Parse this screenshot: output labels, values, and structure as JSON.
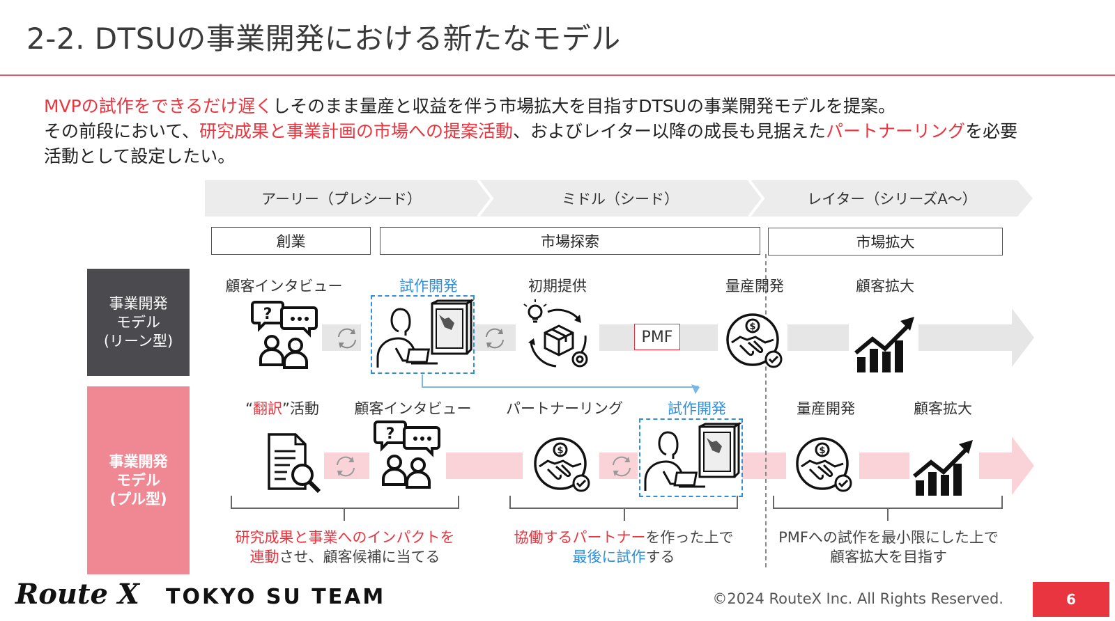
{
  "title": "2-2. DTSUの事業開発における新たなモデル",
  "lead": {
    "line1_red": "MVPの試作をできるだけ遅く",
    "line1_rest": "しそのまま量産と収益を伴う市場拡大を目指すDTSUの事業開発モデルを提案。",
    "line2_pre": "その前段において、",
    "line2_red1": "研究成果と事業計画の市場への提案活動",
    "line2_mid": "、およびレイター以降の成長も見据えた",
    "line2_red2": "パートナーリング",
    "line2_post": "を必要",
    "line3": "活動として設定したい。"
  },
  "stages": [
    "アーリー（プレシード）",
    "ミドル（シード）",
    "レイター（シリーズA～）"
  ],
  "phases": [
    "創業",
    "市場探索",
    "市場拡大"
  ],
  "lean": {
    "side_label_1": "事業開発",
    "side_label_2": "モデル",
    "side_label_3": "(リーン型)",
    "steps": [
      "顧客インタビュー",
      "試作開発",
      "初期提供",
      "量産開発",
      "顧客拡大"
    ],
    "pmf": "PMF"
  },
  "pull": {
    "side_label_1": "事業開発",
    "side_label_2": "モデル",
    "side_label_3": "(プル型)",
    "step1_q1": "“",
    "step1_red": "翻訳",
    "step1_q2": "”",
    "step1_rest": "活動",
    "steps": [
      "顧客インタビュー",
      "パートナーリング",
      "試作開発",
      "量産開発",
      "顧客拡大"
    ]
  },
  "descriptions": {
    "d1_l1_red": "研究成果と事業へのインパクトを",
    "d1_l2_red": "連動",
    "d1_l2_rest": "させ、顧客候補に当てる",
    "d2_l1_red": "協働するパートナー",
    "d2_l1_rest": "を作った上で",
    "d2_l2_blue": "最後に試作",
    "d2_l2_rest": "する",
    "d3_l1": "PMFへの試作を最小限にした上で",
    "d3_l2": "顧客拡大を目指す"
  },
  "footer": {
    "copyright": "©2024 RouteX Inc. All Rights Reserved.",
    "page": "6",
    "logo_route": "Route X",
    "logo_team": "TOKYO SU TEAM"
  },
  "icons": [
    "chat-question-icon",
    "tester-3d-printer-icon",
    "refresh-icon",
    "product-cycle-icon",
    "handshake-coin-icon",
    "growth-chart-icon",
    "document-search-icon"
  ],
  "colors": {
    "accent_red": "#e8353f",
    "accent_blue": "#2f8fdc",
    "lean_dark": "#4a4a4f",
    "pull_pink": "#f08894",
    "gray_band": "#e6e6e6",
    "pink_band": "#f9d3d8"
  }
}
